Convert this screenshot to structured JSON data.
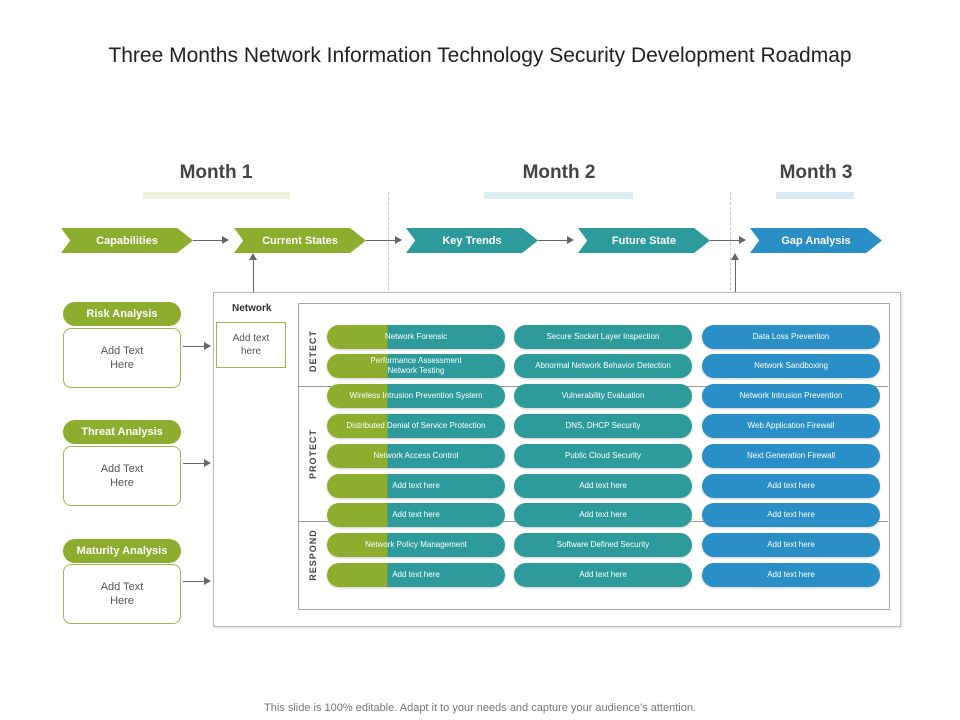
{
  "title": "Three Months Network Information Technology Security Development Roadmap",
  "months": [
    "Month 1",
    "Month 2",
    "Month 3"
  ],
  "stages": [
    "Capabilities",
    "Current States",
    "Key Trends",
    "Future State",
    "Gap Analysis"
  ],
  "analyses": [
    {
      "label": "Risk Analysis",
      "text": "Add Text\nHere"
    },
    {
      "label": "Threat Analysis",
      "text": "Add Text\nHere"
    },
    {
      "label": "Maturity Analysis",
      "text": "Add Text\nHere"
    }
  ],
  "network": {
    "label": "Network",
    "text": "Add text\nhere"
  },
  "sections": [
    "DETECT",
    "PROTECT",
    "RESPOND"
  ],
  "grid": [
    [
      "Network Forensic",
      "Secure Socket Layer Inspection",
      "Data Loss Prevention"
    ],
    [
      "Performance Assessment\nNetwork Testing",
      "Abnormal Network Behavior Detection",
      "Network Sandboxing"
    ],
    [
      "Wireless Intrusion Prevention System",
      "Vulnerability Evaluation",
      "Network Intrusion Prevention"
    ],
    [
      "Distributed Denial of Service Protection",
      "DNS, DHCP Security",
      "Web Application Firewall"
    ],
    [
      "Network Access Control",
      "Public Cloud Security",
      "Next Generation Firewall"
    ],
    [
      "Add text here",
      "Add text here",
      "Add text here"
    ],
    [
      "Add text here",
      "Add text here",
      "Add text here"
    ],
    [
      "Network Policy Management",
      "Software Defined Security",
      "Add text here"
    ],
    [
      "Add text here",
      "Add text here",
      "Add text here"
    ]
  ],
  "footer": "This slide is 100% editable. Adapt it to your needs and capture your audience's attention.",
  "colors": {
    "green": "#8cad2e",
    "teal": "#2d9b9b",
    "blue": "#2a8fc7"
  }
}
